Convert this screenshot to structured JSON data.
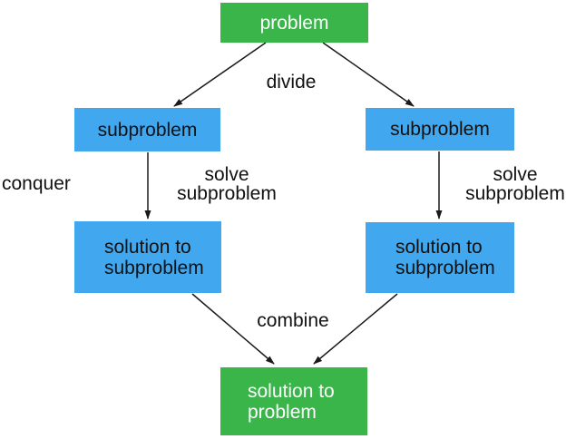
{
  "nodes": {
    "problem": "problem",
    "subproblem_left": "subproblem",
    "subproblem_right": "subproblem",
    "solution_left": "solution to\nsubproblem",
    "solution_right": "solution to\nsubproblem",
    "solution_final": "solution to\nproblem"
  },
  "edge_labels": {
    "divide": "divide",
    "conquer": "conquer",
    "solve_left": "solve\nsubproblem",
    "solve_right": "solve\nsubproblem",
    "combine": "combine"
  },
  "colors": {
    "problem_fill": "#3ab54a",
    "problem_text": "#ffffff",
    "subproblem_fill": "#41a8f0",
    "subproblem_text": "#111111",
    "arrow": "#1a1a1a",
    "label_text": "#111111"
  }
}
